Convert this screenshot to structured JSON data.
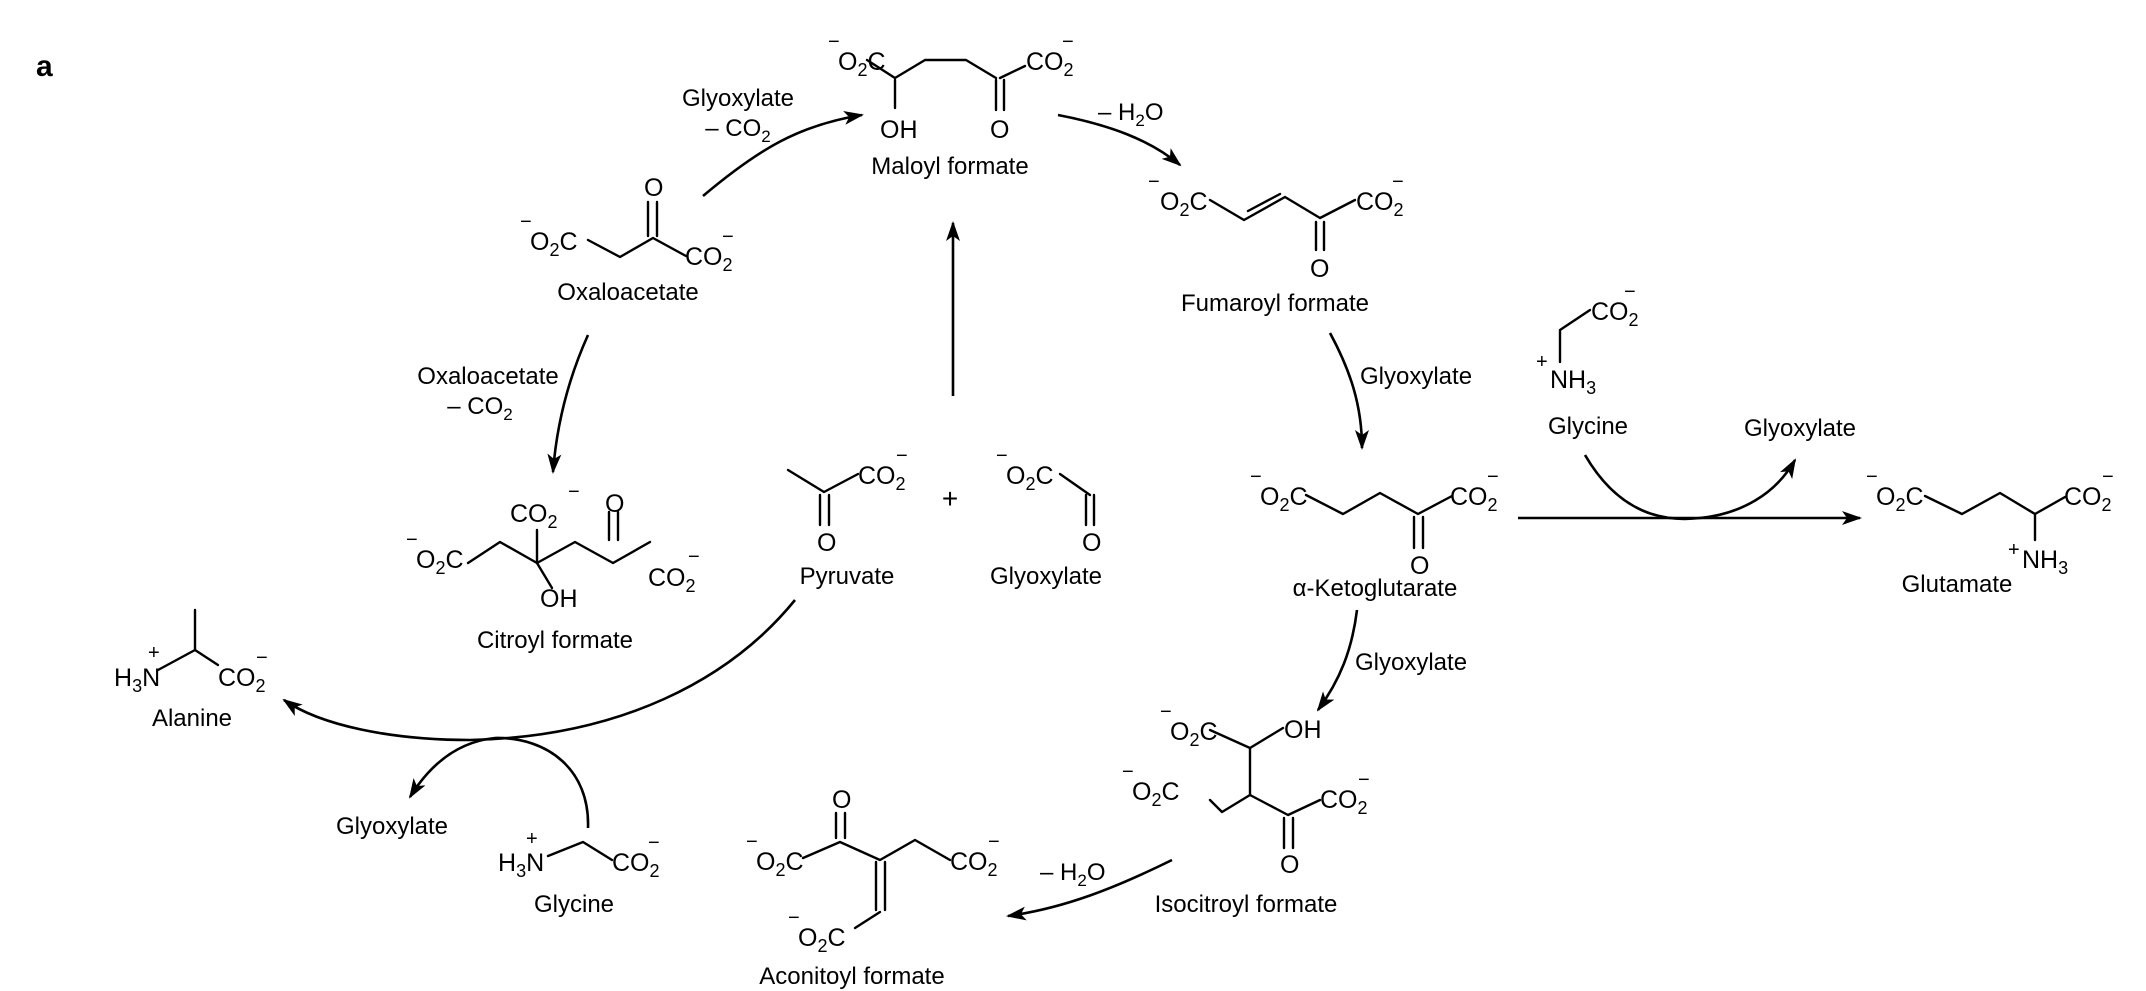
{
  "panel_label": "a",
  "compounds": {
    "maloyl_formate": "Maloyl formate",
    "fumaroyl_formate": "Fumaroyl formate",
    "oxaloacetate": "Oxaloacetate",
    "citroyl_formate": "Citroyl formate",
    "pyruvate": "Pyruvate",
    "glyoxylate": "Glyoxylate",
    "alpha_ketoglutarate": "α-Ketoglutarate",
    "glycine_top": "Glycine",
    "glyoxylate_product": "Glyoxylate",
    "glutamate": "Glutamate",
    "alanine": "Alanine",
    "glyoxylate_bottom": "Glyoxylate",
    "glycine_bottom": "Glycine",
    "isocitroyl_formate": "Isocitroyl formate",
    "aconitoyl_formate": "Aconitoyl formate"
  },
  "conditions": {
    "oaa_to_maloyl_1": "Glyoxylate",
    "oaa_to_maloyl_2": "– CO",
    "maloyl_to_fumaroyl": "– H",
    "fumaroyl_to_akg": "Glyoxylate",
    "oaa_to_citroyl_1": "Oxaloacetate",
    "oaa_to_citroyl_2": "– CO",
    "akg_to_isocitroyl": "Glyoxylate",
    "isocitroyl_to_aconitoyl": "– H"
  },
  "plus_sign": "+",
  "atoms": {
    "CO2": "CO",
    "O2C": "O",
    "O2C_C": "C",
    "O": "O",
    "OH": "OH",
    "NH3": "NH",
    "H3N": "H",
    "H3N_N": "N",
    "sub2": "2",
    "sub3": "3",
    "H2O_O": "O",
    "minus": "−",
    "plus": "+"
  }
}
